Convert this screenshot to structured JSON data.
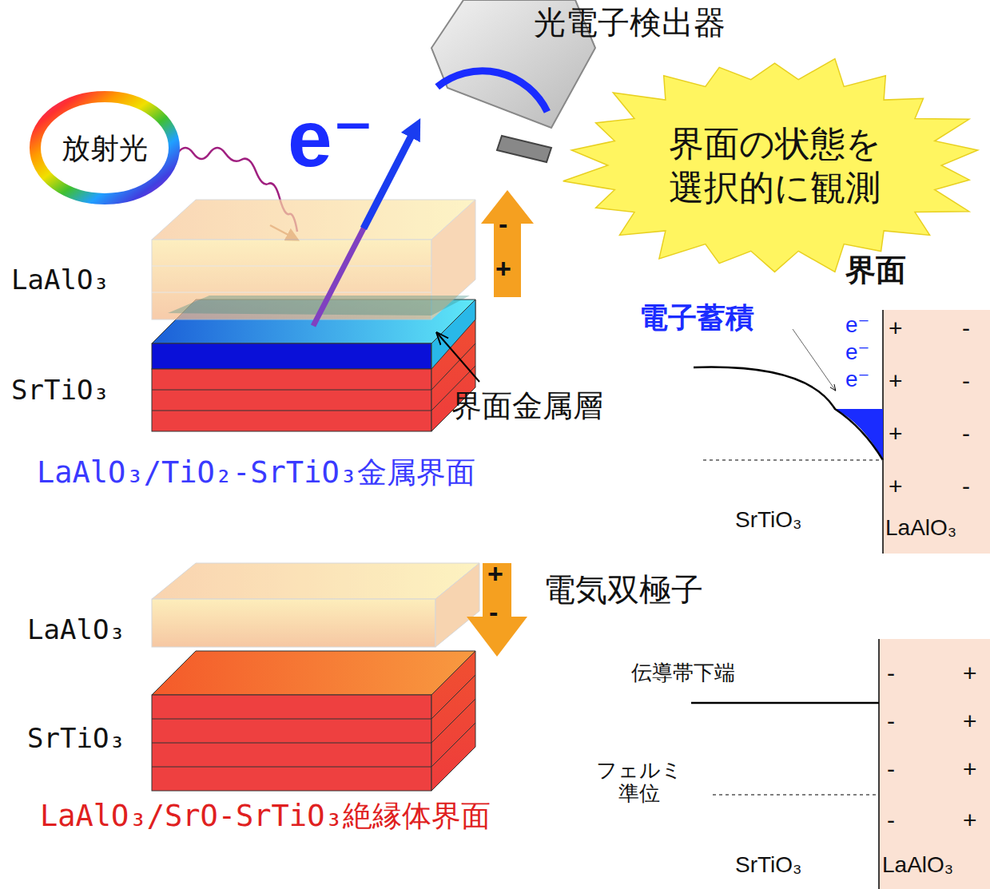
{
  "diagram": {
    "nodes": [
      {
        "text": [
          "放射光"
        ]
      },
      {
        "text": [
          "界面の状態を 選択的に観測"
        ]
      }
    ],
    "labels": [
      "光電子検出器",
      "e⁻",
      "-",
      "+",
      "LaAlO₃",
      "SrTiO₃",
      "界面金属層",
      "LaAlO₃/TiO₂-SrTiO₃金属界面",
      "界面",
      "電子蓄積",
      "e⁻",
      "e⁻",
      "e⁻",
      "+",
      "-",
      "+",
      "-",
      "+",
      "-",
      "+",
      "-",
      "SrTiO₃",
      "LaAlO₃",
      "+",
      "-",
      "電気双極子",
      "LaAlO₃",
      "SrTiO₃",
      "LaAlO₃/SrO-SrTiO₃絶縁体界面",
      "伝導帯下端",
      "フェルミ 準位",
      "-",
      "+",
      "-",
      "+",
      "-",
      "+",
      "-",
      "+",
      "SrTiO₃",
      "LaAlO₃"
    ]
  }
}
